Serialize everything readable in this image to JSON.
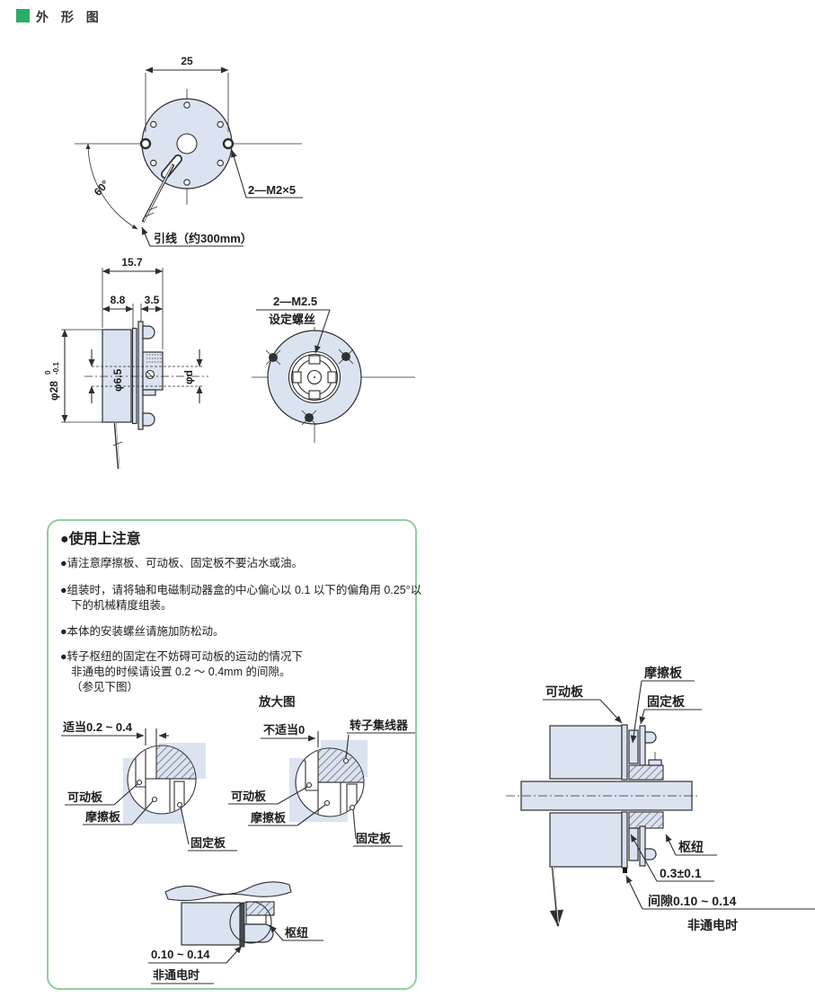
{
  "page": {
    "title": "外 形 图"
  },
  "colors": {
    "accent_green": "#2aad67",
    "note_border": "#90cfa0",
    "part_fill": "#dbe3f1"
  },
  "front_view": {
    "dim_width": "25",
    "angle": "60°",
    "screw": "2—M2×5",
    "lead": "引线（约300mm）"
  },
  "side_view": {
    "total": "15.7",
    "body": "8.8",
    "hub": "3.5",
    "outer_dia": "φ28",
    "tol_up": "0",
    "tol_low": "-0.1",
    "bore_dia": "φ6.5",
    "shaft_dia": "φd"
  },
  "rear_view": {
    "screw": "2—M2.5",
    "screw2": "设定螺丝"
  },
  "notes": {
    "title": "●使用上注意",
    "bullets": [
      {
        "lines": [
          "●请注意摩擦板、可动板、固定板不要沾水或油。"
        ]
      },
      {
        "lines": [
          "●组装时，请将轴和电磁制动器盒的中心偏心以 0.1 以下的偏角用 0.25°以",
          "下的机械精度组装。"
        ]
      },
      {
        "lines": [
          "●本体的安装螺丝请施加防松动。"
        ]
      },
      {
        "lines": [
          "●转子枢纽的固定在不妨碍可动板的运动的情况下",
          "非通电的时候请设置 0.2 ～ 0.4mm 的间隙。",
          "（参见下图）"
        ]
      }
    ],
    "enlarged_title": "放大图",
    "detail_ok": {
      "gap": "适当0.2 ~ 0.4",
      "movable": "可动板",
      "friction": "摩擦板",
      "fixed": "固定板"
    },
    "detail_ng": {
      "gap": "不适当0",
      "rotor_hub": "转子集线器",
      "movable": "可动板",
      "friction": "摩擦板",
      "fixed": "固定板"
    },
    "detail_mount": {
      "hub": "枢纽",
      "gap": "0.10 ~ 0.14",
      "state": "非通电时"
    }
  },
  "section_view": {
    "friction": "摩擦板",
    "movable": "可动板",
    "fixed": "固定板",
    "hub": "枢纽",
    "thickness": "0.3±0.1",
    "gap": "间隙0.10 ~ 0.14",
    "state": "非通电时"
  }
}
